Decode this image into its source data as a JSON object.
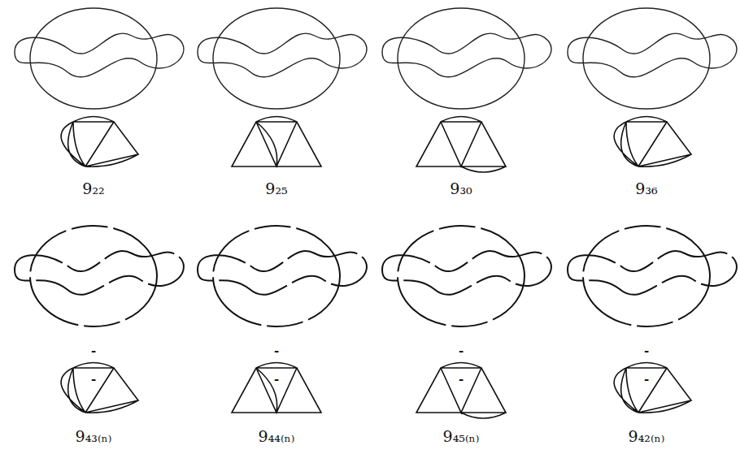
{
  "diagram": {
    "labels": [
      "9₂₂",
      "9₂₅",
      "9₃₀",
      "9₃₆",
      "-",
      "-",
      "-",
      "-",
      "-",
      "-",
      "-",
      "-",
      "9₄₃₍ₙ₎",
      "9₄₄₍ₙ₎",
      "9₄₅₍ₙ₎",
      "9₄₂₍ₙ₎"
    ]
  }
}
